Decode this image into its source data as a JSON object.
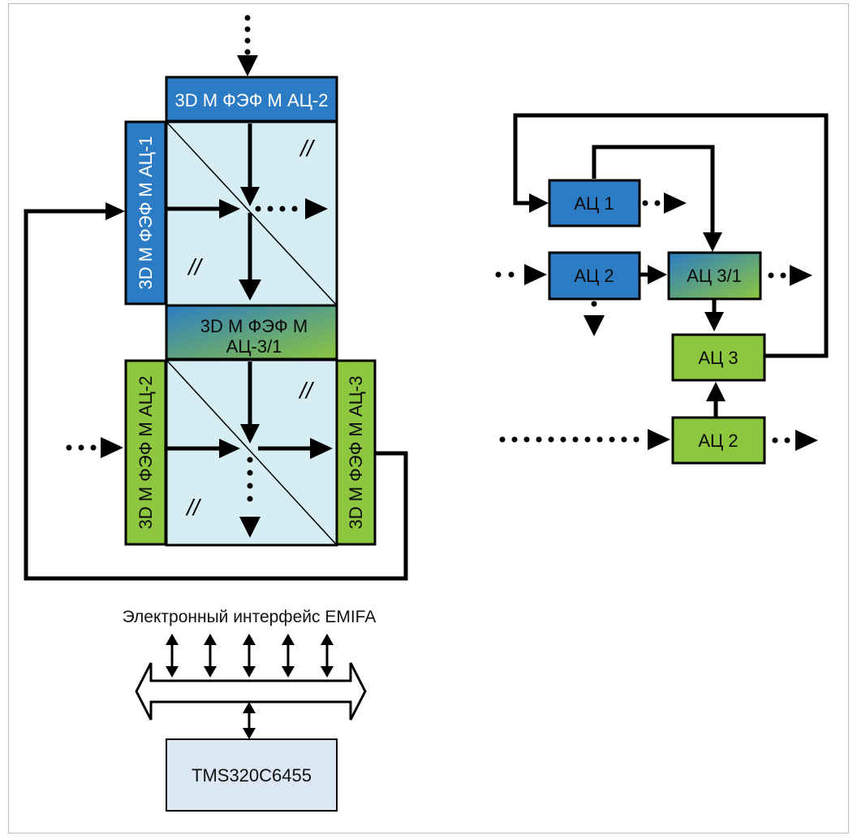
{
  "colors": {
    "blue": "#2b7cc4",
    "green": "#8dc63f",
    "cube": "#d6eef3",
    "cpu": "#dbe8f4",
    "line": "#000000"
  },
  "left": {
    "top_block": "3D М ФЭФ М АЦ-2",
    "left_block": "3D М ФЭФ М АЦ-1",
    "middle_block_line1": "3D М ФЭФ М",
    "middle_block_line2": "АЦ-3/1",
    "lower_left_block": "3D М ФЭФ М АЦ-2",
    "lower_right_block": "3D М ФЭФ М АЦ-3",
    "hologram_mark": "//"
  },
  "bus": {
    "title": "Электронный интерфейс EMIFA",
    "processor": "TMS320C6455"
  },
  "right": {
    "ac1": "АЦ 1",
    "ac2_top": "АЦ 2",
    "ac31": "АЦ 3/1",
    "ac3": "АЦ 3",
    "ac2_bottom": "АЦ 2"
  }
}
